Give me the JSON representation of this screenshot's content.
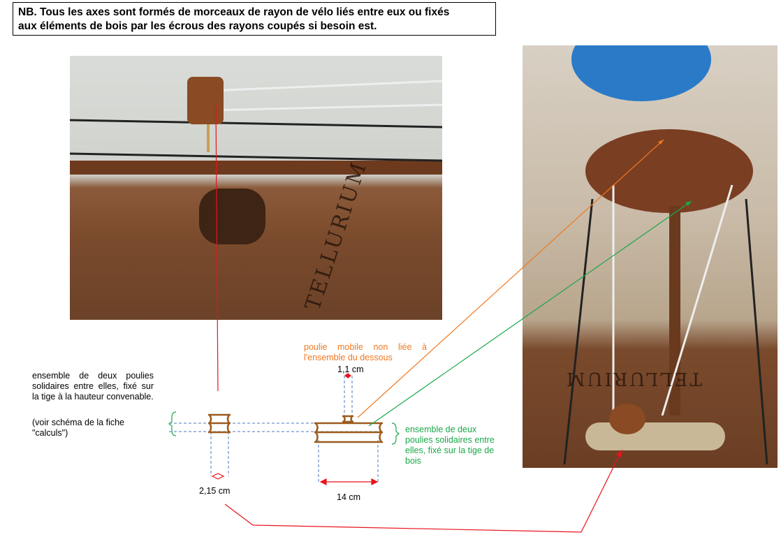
{
  "note": {
    "line1": "NB. Tous les axes sont formés de morceaux de rayon de vélo liés entre eux ou fixés",
    "line2": "aux éléments de bois par les écrous des rayons coupés si besoin est."
  },
  "labels": {
    "left_assembly": "ensemble de deux poulies solidaires entre elles, fixé sur la tige à la hauteur convenable.",
    "left_ref": "(voir schéma de la fiche \"calculs\")",
    "mobile_pulley": "poulie mobile non liée à l'ensemble du dessous",
    "right_assembly": "ensemble de deux poulies solidaires entre elles, fixé sur la tige de bois",
    "dim_small": "2,15 cm",
    "dim_large": "14 cm",
    "dim_mobile": "1,1 cm"
  },
  "photos": {
    "photo1": "TELLURIUM",
    "photo2": "TELLURIUM"
  },
  "colors": {
    "red": "#e8141c",
    "orange": "#f07820",
    "green": "#1aa84a",
    "blue": "#4a78c0",
    "wood": "#9c5a1e"
  }
}
